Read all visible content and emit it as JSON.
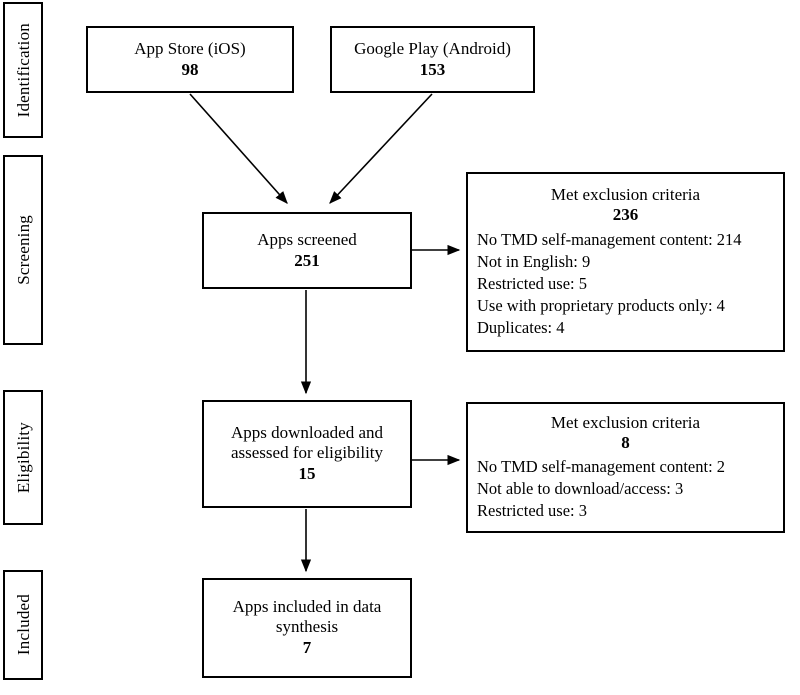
{
  "diagram": {
    "type": "prisma-flow-diagram",
    "stages": [
      {
        "id": "identification",
        "label": "Identification"
      },
      {
        "id": "screening",
        "label": "Screening"
      },
      {
        "id": "eligibility",
        "label": "Eligibility"
      },
      {
        "id": "included",
        "label": "Included"
      }
    ],
    "sources": [
      {
        "id": "app-store",
        "title": "App Store (iOS)",
        "count": "98"
      },
      {
        "id": "google-play",
        "title": "Google Play (Android)",
        "count": "153"
      }
    ],
    "screened": {
      "title": "Apps screened",
      "count": "251"
    },
    "excluded_screening": {
      "title": "Met exclusion criteria",
      "count": "236",
      "reasons": [
        "No TMD self-management content: 214",
        "Not in English: 9",
        "Restricted use: 5",
        "Use with proprietary products only: 4",
        "Duplicates: 4"
      ]
    },
    "eligibility_assessed": {
      "title": "Apps downloaded and\nassessed for eligibility",
      "count": "15"
    },
    "excluded_eligibility": {
      "title": "Met exclusion criteria",
      "count": "8",
      "reasons": [
        "No TMD self-management content: 2",
        "Not able to download/access: 3",
        "Restricted use: 3"
      ]
    },
    "included_synthesis": {
      "title": "Apps included in data\nsynthesis",
      "count": "7"
    },
    "colors": {
      "stroke": "#000000",
      "background": "#ffffff",
      "text": "#000000"
    }
  }
}
